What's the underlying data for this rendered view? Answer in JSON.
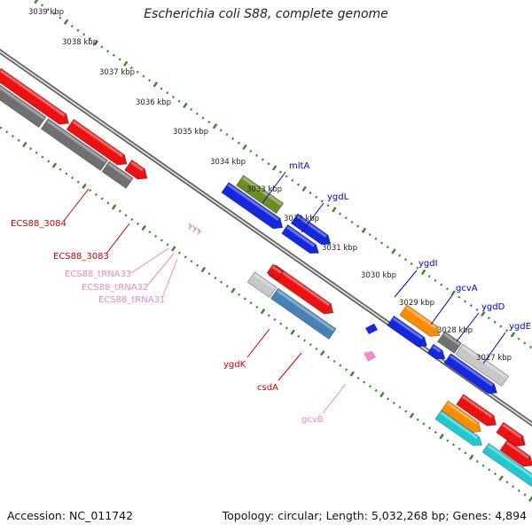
{
  "title": "Escherichia coli S88, complete genome",
  "footer": {
    "accession": "Accession: NC_011742",
    "summary": "Topology: circular; Length: 5,032,268 bp; Genes: 4,894"
  },
  "colors": {
    "backbone": "#9a9a9a",
    "tick": "#2e8b22",
    "red": "#ee1111",
    "blue": "#1428e0",
    "grey": "#707070",
    "lightgrey": "#c8c8c8",
    "olive": "#6b8e23",
    "steel": "#4682b4",
    "orange": "#ff8c00",
    "cyan": "#20c8d0",
    "pink": "#f08cc8",
    "label_red": "#cc0000",
    "label_blue": "#0000cc",
    "label_pink": "#ee88c0"
  },
  "kbp_labels": [
    "3039 kbp",
    "3038 kbp",
    "3037 kbp",
    "3036 kbp",
    "3035 kbp",
    "3034 kbp",
    "3033 kbp",
    "3032 kbp",
    "3031 kbp",
    "3030 kbp",
    "3029 kbp",
    "3028 kbp",
    "3027 kbp"
  ],
  "gene_labels": [
    {
      "text": "mltA",
      "color": "blue"
    },
    {
      "text": "ygdL",
      "color": "blue"
    },
    {
      "text": "ygdI",
      "color": "blue"
    },
    {
      "text": "gcvA",
      "color": "blue"
    },
    {
      "text": "ygdD",
      "color": "blue"
    },
    {
      "text": "ygdE",
      "color": "blue"
    },
    {
      "text": "ECS88_3084",
      "color": "red"
    },
    {
      "text": "ECS88_3083",
      "color": "red"
    },
    {
      "text": "ECS88_tRNA33",
      "color": "pink"
    },
    {
      "text": "ECS88_tRNA32",
      "color": "pink"
    },
    {
      "text": "ECS88_tRNA31",
      "color": "pink"
    },
    {
      "text": "ygdK",
      "color": "red"
    },
    {
      "text": "csdA",
      "color": "red"
    },
    {
      "text": "gcvB",
      "color": "pink"
    }
  ]
}
